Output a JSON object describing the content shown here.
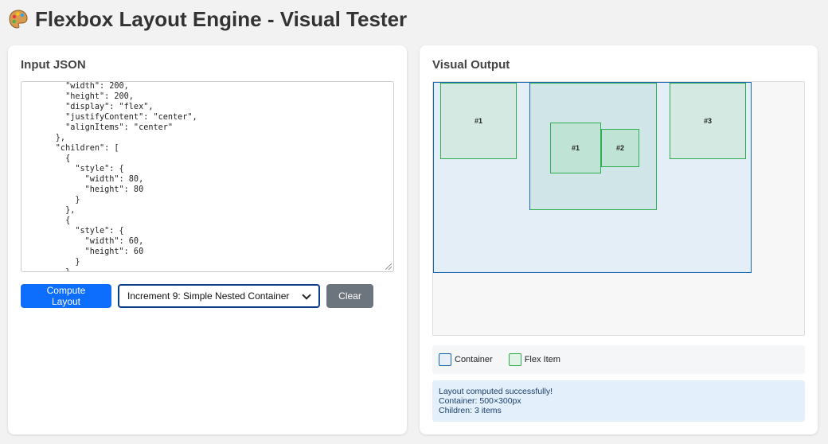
{
  "page": {
    "title": "Flexbox Layout Engine - Visual Tester",
    "title_icon": "palette-icon"
  },
  "input_panel": {
    "heading": "Input JSON",
    "json_lines": [
      "        \"width\": 200,",
      "        \"height\": 200,",
      "        \"display\": \"flex\",",
      "        \"justifyContent\": \"center\",",
      "        \"alignItems\": \"center\"",
      "      },",
      "      \"children\": [",
      "        {",
      "          \"style\": {",
      "            \"width\": 80,",
      "            \"height\": 80",
      "          }",
      "        },",
      "        {",
      "          \"style\": {",
      "            \"width\": 60,",
      "            \"height\": 60",
      "          }",
      "        }"
    ],
    "compute_button": "Compute Layout",
    "preset_selected": "Increment 9: Simple Nested Container",
    "clear_button": "Clear"
  },
  "output_panel": {
    "heading": "Visual Output",
    "boxes": {
      "item1": "#1",
      "nested_item1": "#1",
      "nested_item2": "#2",
      "item3": "#3"
    },
    "legend": {
      "container": "Container",
      "flex_item": "Flex Item"
    },
    "status": {
      "line1": "Layout computed successfully!",
      "line2": "Container: 500×300px",
      "line3": "Children: 3 items"
    }
  },
  "colors": {
    "primary_button": "#0d6efd",
    "secondary_button": "#6c757d",
    "container_border": "#1967b0",
    "item_border": "#2fae4f",
    "status_bg": "#e3f0fc"
  }
}
